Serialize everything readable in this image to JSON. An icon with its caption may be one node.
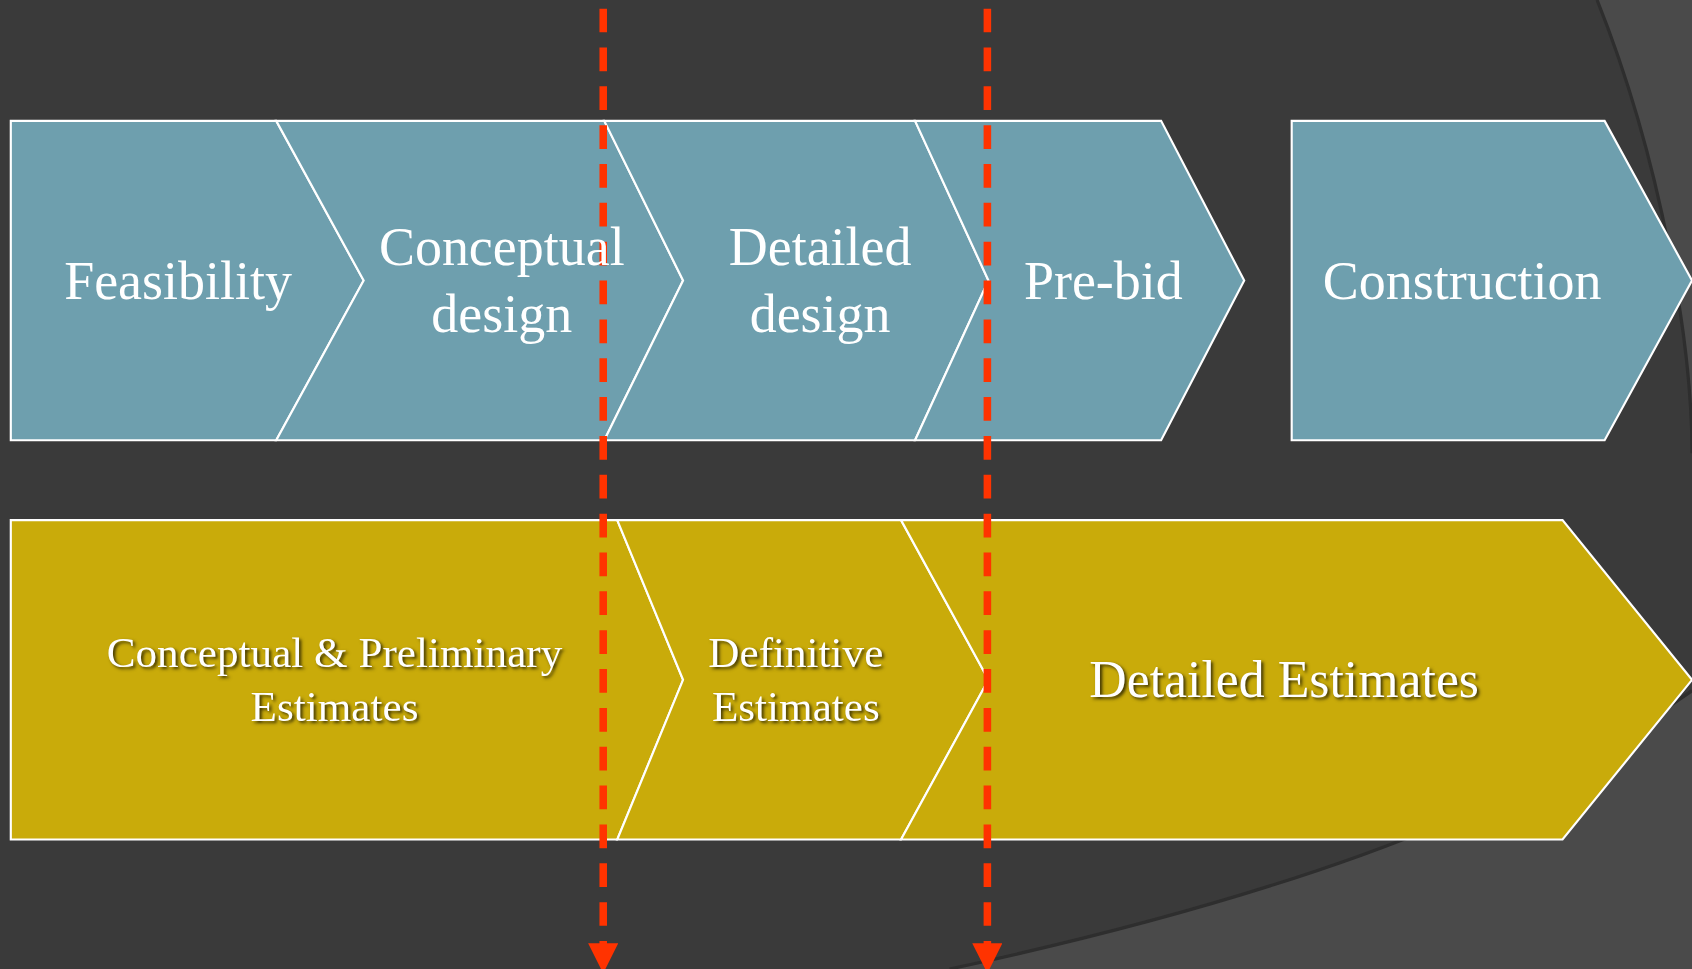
{
  "diagram": {
    "nodes": [
      {
        "text": [
          "Feasibility"
        ]
      },
      {
        "text": [
          "Conceptual design"
        ]
      },
      {
        "text": [
          "Detailed design"
        ]
      },
      {
        "text": [
          "Pre-bid"
        ]
      },
      {
        "text": [
          "Construction"
        ]
      },
      {
        "text": [
          "Conceptual & Preliminary Estimates"
        ]
      },
      {
        "text": [
          "Definitive Estimates"
        ]
      },
      {
        "text": [
          "Detailed Estimates"
        ]
      }
    ]
  }
}
